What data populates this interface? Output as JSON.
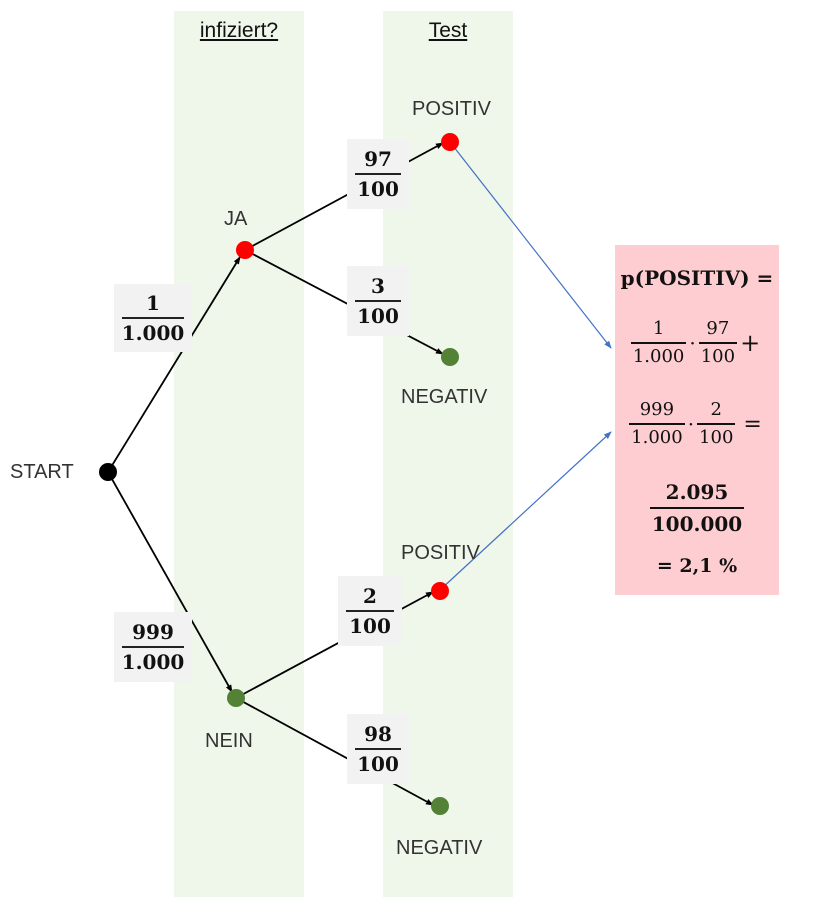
{
  "columns": {
    "infected_title": "infiziert?",
    "test_title": "Test"
  },
  "nodes": {
    "start": "START",
    "ja": "JA",
    "nein": "NEIN",
    "ja_positive": "POSITIV",
    "ja_negative": "NEGATIV",
    "nein_positive": "POSITIV",
    "nein_negative": "NEGATIV"
  },
  "colors": {
    "band": "#eff6ea",
    "positive_node": "#ff0000",
    "negative_node": "#538135",
    "start_node": "#000000",
    "connector": "#4472c4",
    "result_box": "#fecdd1",
    "fraction_box": "#f2f2f2"
  },
  "branches": {
    "start_ja": {
      "num": "1",
      "den": "1.000"
    },
    "start_nein": {
      "num": "999",
      "den": "1.000"
    },
    "ja_positive": {
      "num": "97",
      "den": "100"
    },
    "ja_negative": {
      "num": "3",
      "den": "100"
    },
    "nein_positive": {
      "num": "2",
      "den": "100"
    },
    "nein_negative": {
      "num": "98",
      "den": "100"
    }
  },
  "result": {
    "heading": "p(POSITIV) =",
    "term1": {
      "a_num": "1",
      "a_den": "1.000",
      "dot": "·",
      "b_num": "97",
      "b_den": "100",
      "op": "+"
    },
    "term2": {
      "a_num": "999",
      "a_den": "1.000",
      "dot": "·",
      "b_num": "2",
      "b_den": "100",
      "op": "="
    },
    "sum": {
      "num": "2.095",
      "den": "100.000"
    },
    "final": "= 2,1 %"
  }
}
